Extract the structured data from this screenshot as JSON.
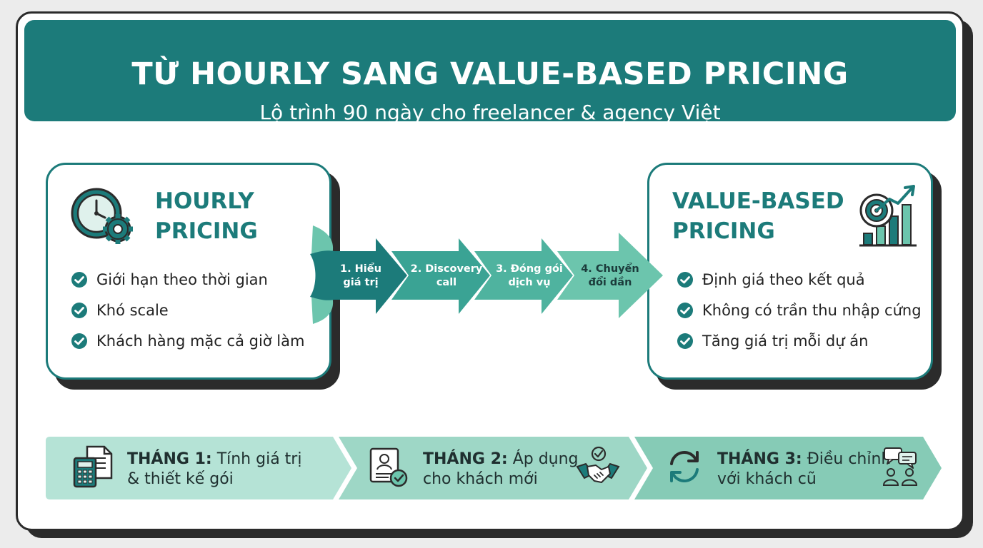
{
  "header": {
    "title": "TỪ HOURLY SANG VALUE-BASED PRICING",
    "subtitle": "Lộ trình 90 ngày cho freelancer & agency Việt"
  },
  "left_card": {
    "title_line1": "HOURLY",
    "title_line2": "PRICING",
    "icon": "clock-gear-icon",
    "items": [
      "Giới hạn theo thời gian",
      "Khó scale",
      "Khách hàng mặc cả giờ làm"
    ]
  },
  "right_card": {
    "title_line1": "VALUE-BASED",
    "title_line2": "PRICING",
    "icon": "target-growth-chart-icon",
    "items": [
      "Định giá theo kết quả",
      "Không có trần thu nhập cứng",
      "Tăng giá trị mỗi dự án"
    ]
  },
  "steps": [
    {
      "line1": "1. Hiểu",
      "line2": "giá trị"
    },
    {
      "line1": "2. Discovery",
      "line2": "call"
    },
    {
      "line1": "3. Đóng gói",
      "line2": "dịch vụ"
    },
    {
      "line1": "4. Chuyển",
      "line2": "đổi dần"
    }
  ],
  "months": [
    {
      "label": "THÁNG 1:",
      "text1": "Tính giá trị",
      "text2": "& thiết kế gói",
      "icon": "calculator-document-icon"
    },
    {
      "label": "THÁNG 2:",
      "text1": "Áp dụng",
      "text2": "cho khách mới",
      "icon": "profile-check-icon",
      "icon2": "handshake-icon"
    },
    {
      "label": "THÁNG 3:",
      "text1": "Điều chỉnh",
      "text2": "với khách cũ",
      "icon": "refresh-cycle-icon",
      "icon2": "chat-people-icon"
    }
  ],
  "colors": {
    "teal_dark": "#1c7b7a",
    "teal_mid": "#3aa394",
    "teal_light": "#6cc5ad",
    "mint": "#b5e3d6",
    "outline": "#2b2b2b"
  }
}
